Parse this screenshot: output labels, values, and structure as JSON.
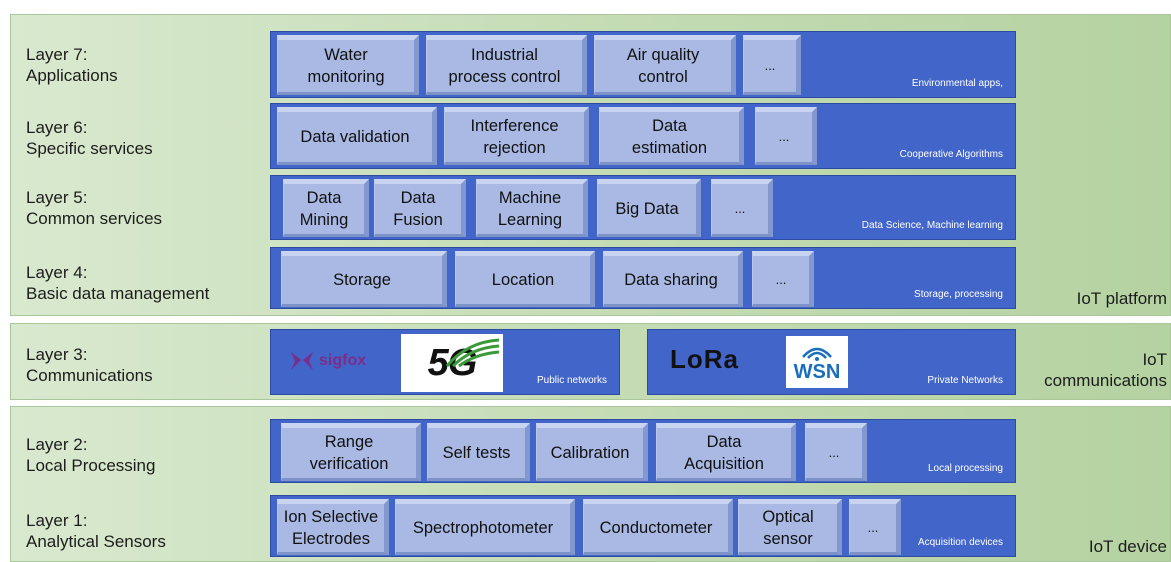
{
  "layers": {
    "l7": {
      "line1": "Layer 7:",
      "line2": "Applications"
    },
    "l6": {
      "line1": "Layer 6:",
      "line2": "Specific services"
    },
    "l5": {
      "line1": "Layer 5:",
      "line2": "Common services"
    },
    "l4": {
      "line1": "Layer 4:",
      "line2": "Basic data management"
    },
    "l3": {
      "line1": "Layer 3:",
      "line2": "Communications"
    },
    "l2": {
      "line1": "Layer 2:",
      "line2": "Local Processing"
    },
    "l1": {
      "line1": "Layer 1:",
      "line2": "Analytical Sensors"
    }
  },
  "bands": {
    "l7": {
      "caption": "Environmental apps,",
      "items": [
        [
          "Water",
          "monitoring"
        ],
        [
          "Industrial",
          "process control"
        ],
        [
          "Air quality",
          "control"
        ],
        [
          "..."
        ]
      ]
    },
    "l6": {
      "caption": "Cooperative Algorithms",
      "items": [
        [
          "Data validation"
        ],
        [
          "Interference",
          "rejection"
        ],
        [
          "Data",
          "estimation"
        ],
        [
          "..."
        ]
      ]
    },
    "l5": {
      "caption": "Data Science, Machine learning",
      "items": [
        [
          "Data",
          "Mining"
        ],
        [
          "Data",
          "Fusion"
        ],
        [
          "Machine",
          "Learning"
        ],
        [
          "Big Data"
        ],
        [
          "..."
        ]
      ]
    },
    "l4": {
      "caption": "Storage, processing",
      "items": [
        [
          "Storage"
        ],
        [
          "Location"
        ],
        [
          "Data sharing"
        ],
        [
          "..."
        ]
      ]
    },
    "l3_public": {
      "caption": "Public networks",
      "logos": [
        "sigfox",
        "5G"
      ]
    },
    "l3_private": {
      "caption": "Private Networks",
      "logos": [
        "LoRa",
        "WSN"
      ]
    },
    "l2": {
      "caption": "Local processing",
      "items": [
        [
          "Range",
          "verification"
        ],
        [
          "Self tests"
        ],
        [
          "Calibration"
        ],
        [
          "Data",
          "Acquisition"
        ],
        [
          "..."
        ]
      ]
    },
    "l1": {
      "caption": "Acquisition devices",
      "items": [
        [
          "Ion Selective",
          "Electrodes"
        ],
        [
          "Spectrophotometer"
        ],
        [
          "Conductometer"
        ],
        [
          "Optical",
          "sensor"
        ],
        [
          "..."
        ]
      ]
    }
  },
  "platform": {
    "platform": "IoT platform",
    "comm_line1": "IoT",
    "comm_line2": "communications",
    "device": "IoT device"
  },
  "colors": {
    "band": "#4265c9",
    "box": "#a9b9e4",
    "group_bg": "#c5dcb5",
    "sigfox": "#7a2e8a",
    "wsn": "#1a6fbd"
  }
}
